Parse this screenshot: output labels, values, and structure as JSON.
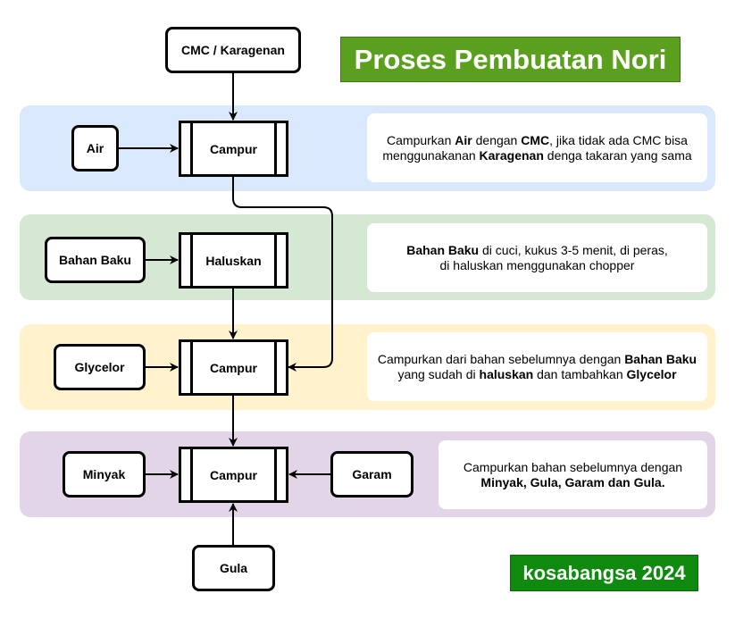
{
  "title": "Proses Pembuatan Nori",
  "credit": "kosabangsa 2024",
  "inputs": {
    "cmc": "CMC / Karagenan",
    "air": "Air",
    "bahan_baku": "Bahan Baku",
    "glycelor": "Glycelor",
    "minyak": "Minyak",
    "garam": "Garam",
    "gula": "Gula"
  },
  "processes": {
    "campur1": "Campur",
    "haluskan": "Haluskan",
    "campur2": "Campur",
    "campur3": "Campur"
  },
  "notes": {
    "step1": {
      "t1": "Campurkan ",
      "b1": "Air",
      "t2": " dengan ",
      "b2": "CMC",
      "t3": ", jika tidak ada CMC bisa menggunakanan ",
      "b3": "Karagenan",
      "t4": " denga takaran yang sama"
    },
    "step2": {
      "b1": "Bahan Baku",
      "t1": " di cuci, kukus 3-5 menit, di peras,",
      "t2": "di haluskan menggunakan chopper"
    },
    "step3": {
      "t1": "Campurkan dari bahan sebelumnya dengan ",
      "b1": "Bahan Baku",
      "t2": "yang sudah di ",
      "b2": "haluskan",
      "t3": " dan tambahkan ",
      "b3": "Glycelor"
    },
    "step4": {
      "t1": "Campurkan bahan sebelumnya dengan",
      "b1": "Minyak, Gula, Garam dan Gula."
    }
  }
}
